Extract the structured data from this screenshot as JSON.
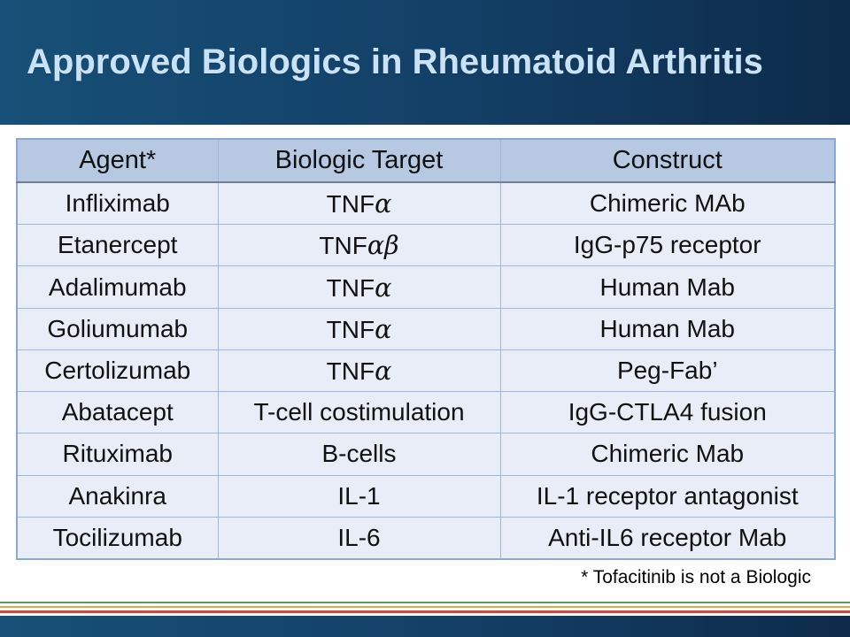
{
  "slide": {
    "title": "Approved Biologics in Rheumatoid Arthritis",
    "footnote": "* Tofacitinib is not a Biologic"
  },
  "table": {
    "headers": [
      "Agent*",
      "Biologic Target",
      "Construct"
    ],
    "rows": [
      [
        "Infliximab",
        "TNFα",
        "Chimeric MAb"
      ],
      [
        "Etanercept",
        "TNFαβ",
        "IgG-p75 receptor"
      ],
      [
        "Adalimumab",
        "TNFα",
        "Human Mab"
      ],
      [
        "Goliumumab",
        "TNFα",
        "Human Mab"
      ],
      [
        "Certolizumab",
        "TNFα",
        "Peg-Fab’"
      ],
      [
        "Abatacept",
        "T-cell costimulation",
        "IgG-CTLA4 fusion"
      ],
      [
        "Rituximab",
        "B-cells",
        "Chimeric Mab"
      ],
      [
        "Anakinra",
        "IL-1",
        "IL-1 receptor antagonist"
      ],
      [
        "Tocilizumab",
        "IL-6",
        "Anti-IL6 receptor Mab"
      ]
    ]
  },
  "colors": {
    "band-left": "#175078",
    "band-mid": "#133f66",
    "band-right": "#0d2b4a",
    "title-color": "#c9e2f5",
    "table-header-bg": "#b7c8e2",
    "table-row-bg": "#e9edf7",
    "table-border": "#9db8da",
    "table-border-outer": "#8aa9d0",
    "header-underline": "#6f7f96",
    "stripe-green": "#569e57",
    "stripe-amber": "#e8a73e",
    "stripe-red": "#cd4a42",
    "footnote-color": "#000000"
  }
}
